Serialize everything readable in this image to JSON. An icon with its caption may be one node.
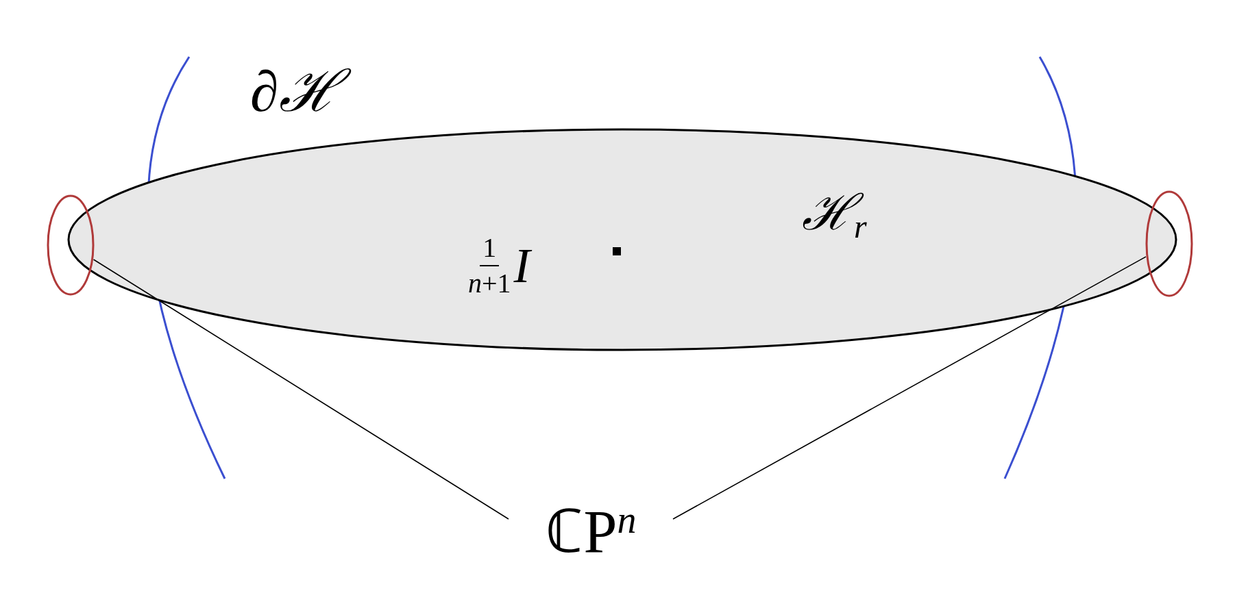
{
  "diagram": {
    "nodes": [
      {
        "text": [
          "ℋ$_{r}$",
          "1",
          "*n*+1",
          "I"
        ]
      },
      {
        "text": [],
        "shape": "circle"
      },
      {
        "text": [],
        "shape": "circle"
      },
      {
        "text": [
          "ℂP$^{n}$"
        ]
      }
    ],
    "edges": [
      {
        "from": 3,
        "to": 1,
        "arrow": "none"
      },
      {
        "from": 3,
        "to": 2,
        "arrow": "none"
      }
    ],
    "labels": [
      "∂ℋ"
    ]
  }
}
